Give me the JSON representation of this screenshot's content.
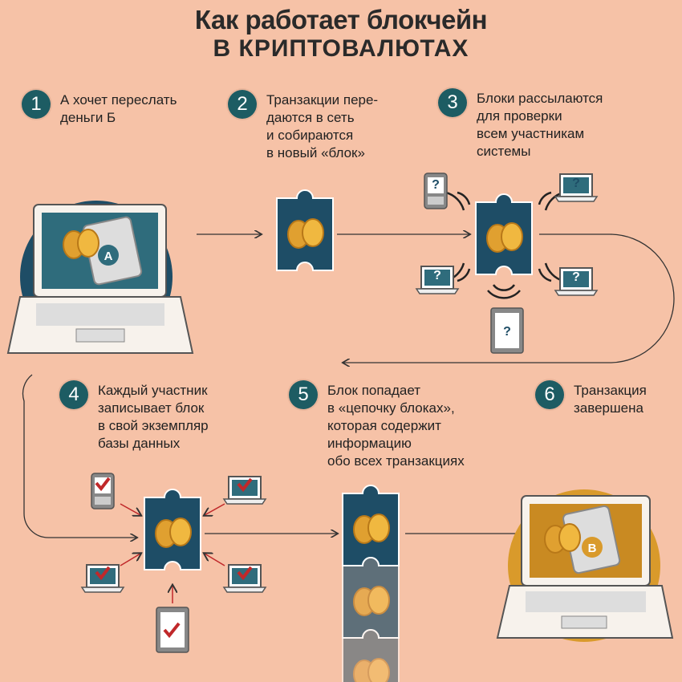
{
  "title": {
    "line1": "Как работает блокчейн",
    "line2": "В КРИПТОВАЛЮТАХ"
  },
  "steps": [
    {
      "num": "1",
      "text": "А хочет переслать\nденьги Б"
    },
    {
      "num": "2",
      "text": "Транзакции пере-\nдаются в сеть\nи собираются\nв новый «блок»"
    },
    {
      "num": "3",
      "text": "Блоки рассылаются\nдля проверки\nвсем участникам\nсистемы"
    },
    {
      "num": "4",
      "text": "Каждый участник\nзаписывает блок\nв свой экземпляр\nбазы данных"
    },
    {
      "num": "5",
      "text": "Блок попадает\nв «цепочку блоках»,\nкоторая содержит\nинформацию\nобо всех транзакциях"
    },
    {
      "num": "6",
      "text": "Транзакция\nзавершена"
    }
  ],
  "labels": {
    "sender": "A",
    "receiver": "B",
    "unknown": "?"
  },
  "colors": {
    "background": "#f6c2a7",
    "teal": "#1d5c63",
    "navy": "#1e4d66",
    "gold": "#d99a2b",
    "check": "#c0282a"
  }
}
